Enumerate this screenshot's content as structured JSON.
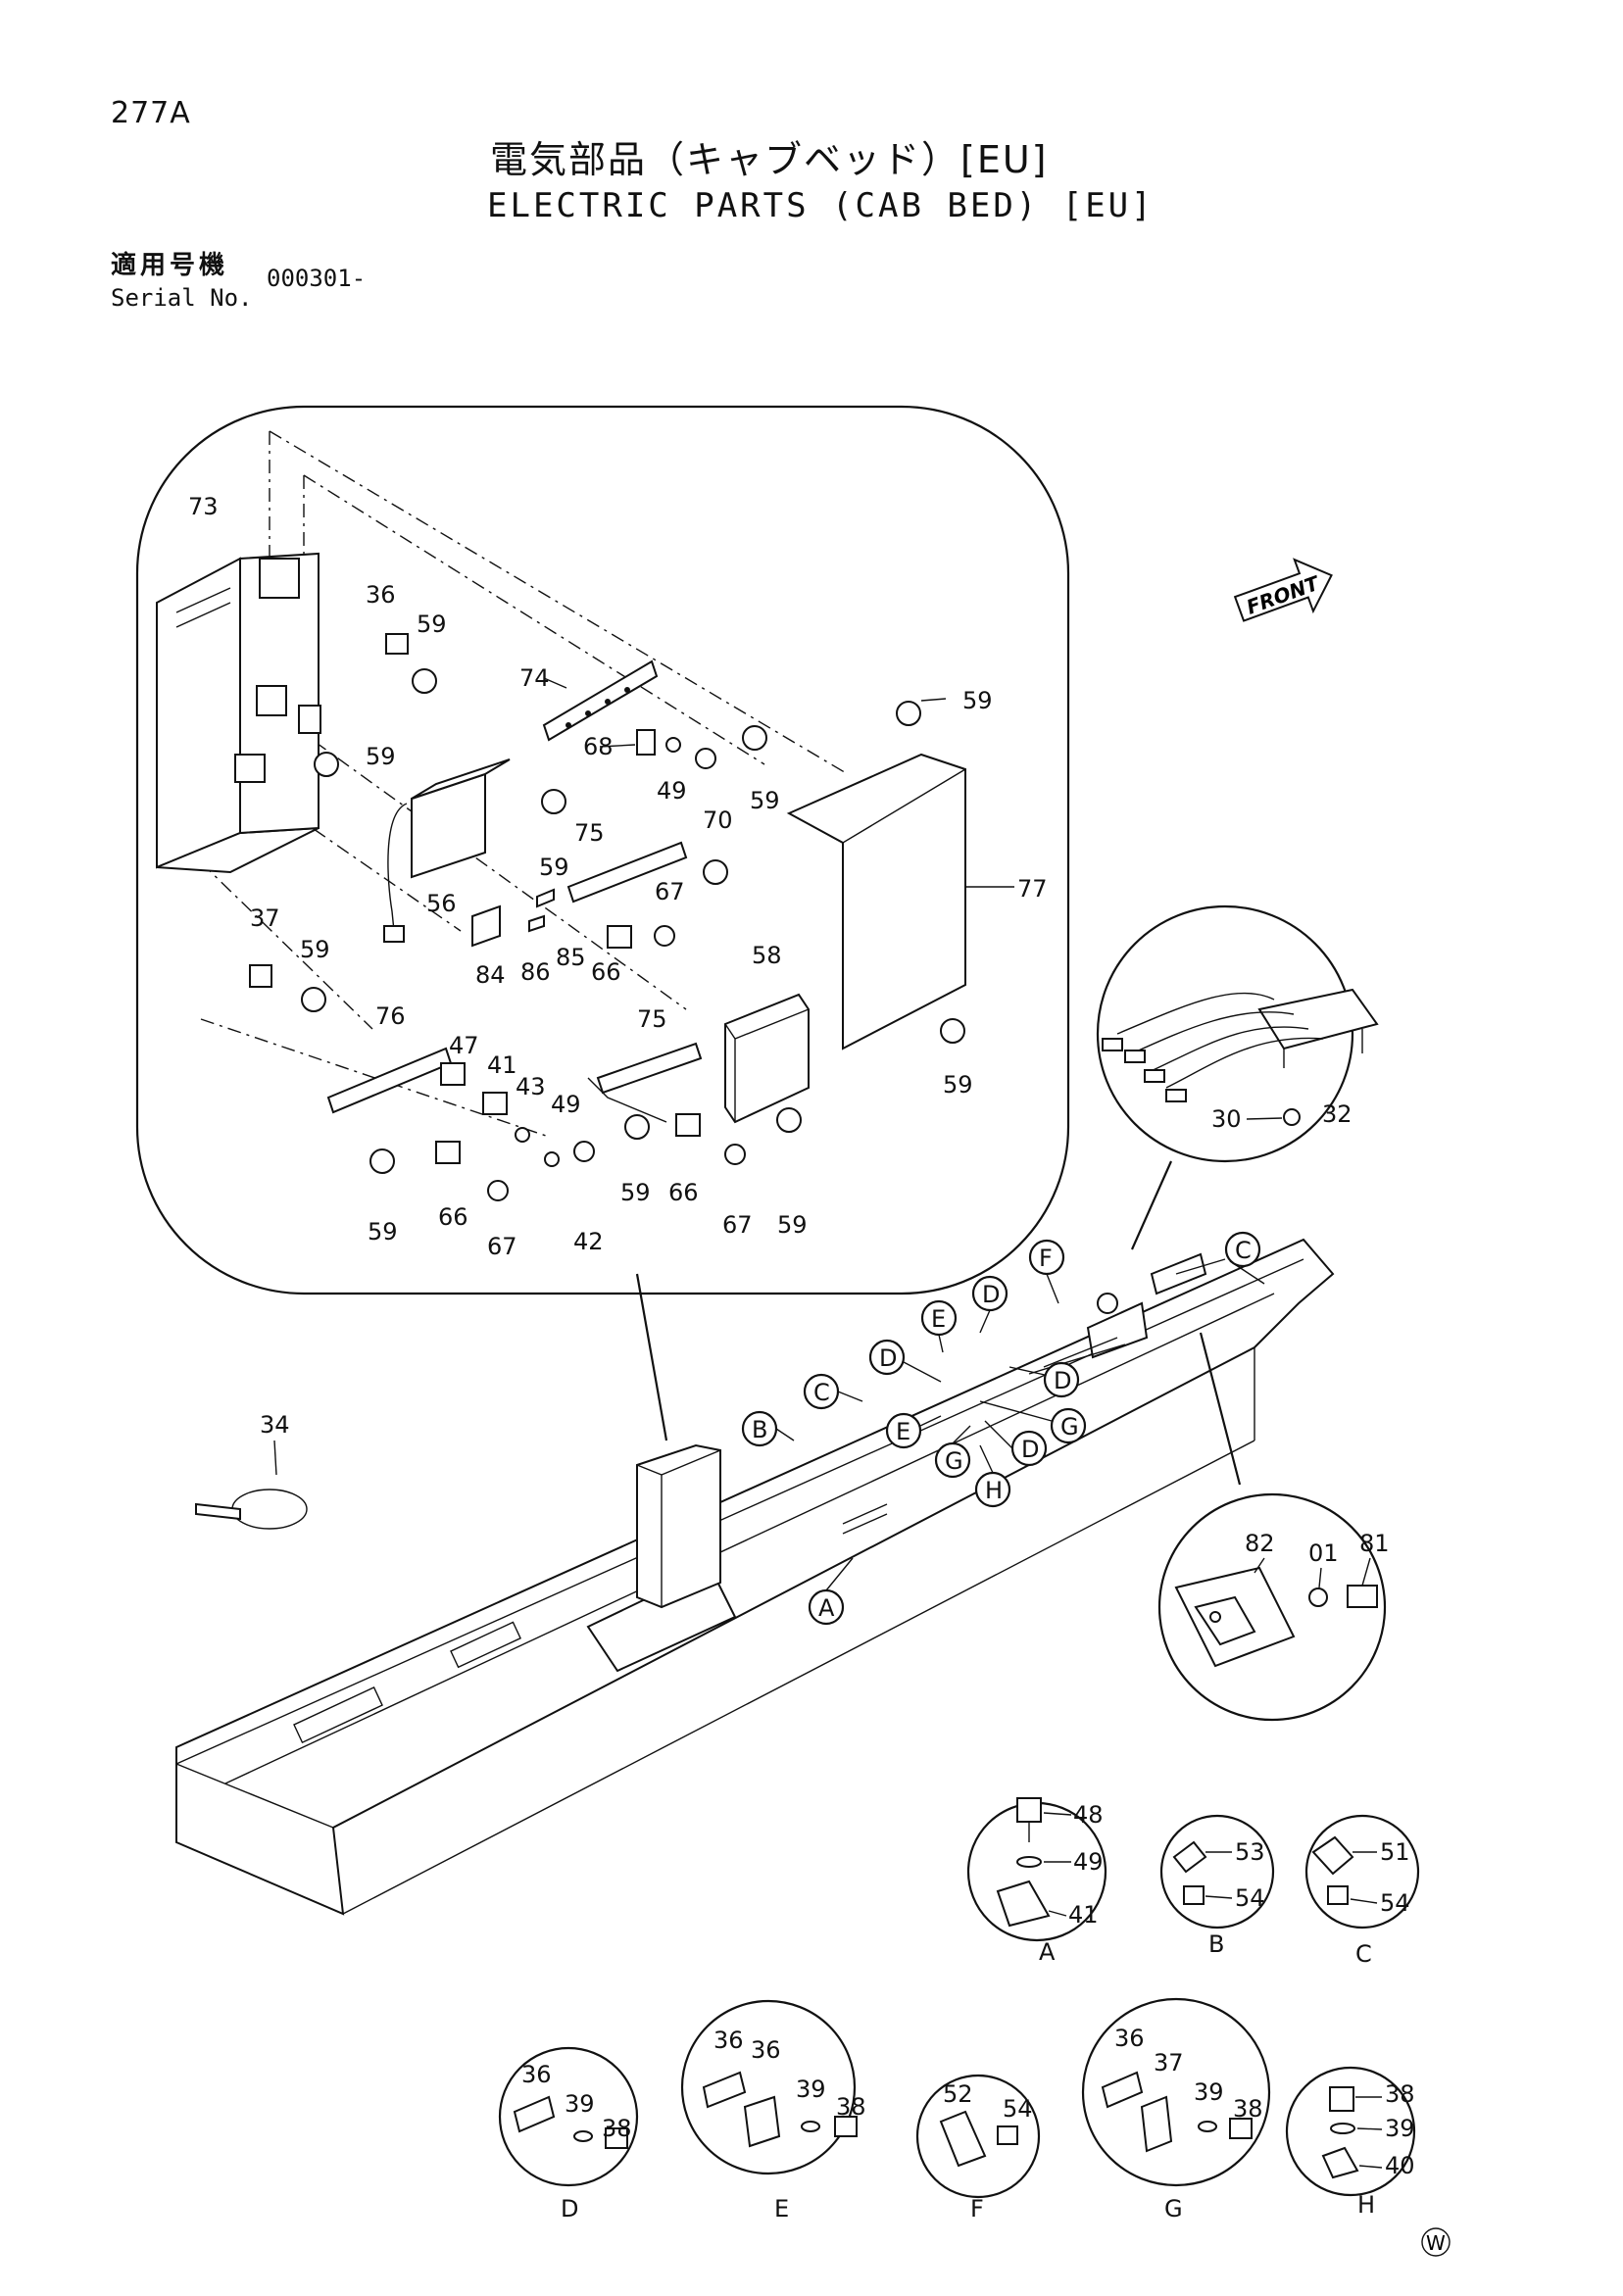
{
  "header": {
    "page_number": "277A",
    "title_jp": "電気部品（キャブベッド）[EU]",
    "title_en": "ELECTRIC PARTS (CAB BED) [EU]",
    "serial_label_jp": "適用号機",
    "serial_label_en": "Serial No.",
    "serial_value": "000301-"
  },
  "orientation": {
    "front_label": "FRONT"
  },
  "main_detail": {
    "labels": [
      "73",
      "36",
      "59",
      "59",
      "74",
      "68",
      "49",
      "70",
      "59",
      "59",
      "77",
      "59",
      "75",
      "56",
      "67",
      "59",
      "84",
      "86",
      "85",
      "66",
      "37",
      "59",
      "58",
      "76",
      "47",
      "41",
      "43",
      "49",
      "75",
      "59",
      "66",
      "67",
      "59",
      "59",
      "66",
      "67",
      "42"
    ]
  },
  "overview": {
    "callout_letters": [
      "F",
      "C",
      "E",
      "D",
      "D",
      "D",
      "C",
      "B",
      "D",
      "E",
      "G",
      "D",
      "G",
      "H",
      "A"
    ],
    "tie_label": "34"
  },
  "top_right_detail": {
    "labels": [
      "30",
      "32"
    ]
  },
  "switch_detail": {
    "labels": [
      "82",
      "01",
      "81"
    ]
  },
  "detail_views": [
    {
      "letter": "A",
      "labels": [
        "48",
        "49",
        "41"
      ]
    },
    {
      "letter": "B",
      "labels": [
        "53",
        "54"
      ]
    },
    {
      "letter": "C",
      "labels": [
        "51",
        "54"
      ]
    },
    {
      "letter": "D",
      "labels": [
        "36",
        "39",
        "38"
      ]
    },
    {
      "letter": "E",
      "labels": [
        "36",
        "36",
        "39",
        "38"
      ]
    },
    {
      "letter": "F",
      "labels": [
        "52",
        "54"
      ]
    },
    {
      "letter": "G",
      "labels": [
        "36",
        "37",
        "39",
        "38"
      ]
    },
    {
      "letter": "H",
      "labels": [
        "38",
        "39",
        "40"
      ]
    }
  ],
  "corner_mark": "W"
}
